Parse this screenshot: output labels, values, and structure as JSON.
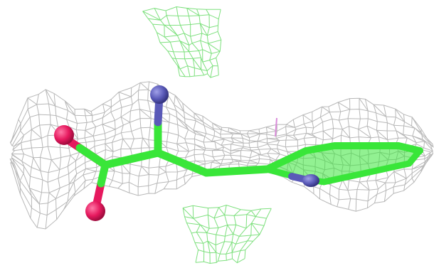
{
  "scene": {
    "background": "#ffffff",
    "colors": {
      "density_mesh_main": "#b8b8b8",
      "density_mesh_diff": "#7ee07e",
      "carbon_bond": "#39e639",
      "oxygen_atom": "#e6195e",
      "nitrogen_atom": "#5a5ab8",
      "small_marker": "#d98cd9"
    },
    "atoms": [
      {
        "element": "O",
        "name": "oxygen-atom-upper"
      },
      {
        "element": "O",
        "name": "oxygen-atom-lower"
      },
      {
        "element": "N",
        "name": "nitrogen-atom-top"
      },
      {
        "element": "N",
        "name": "nitrogen-atom-ring"
      }
    ]
  }
}
